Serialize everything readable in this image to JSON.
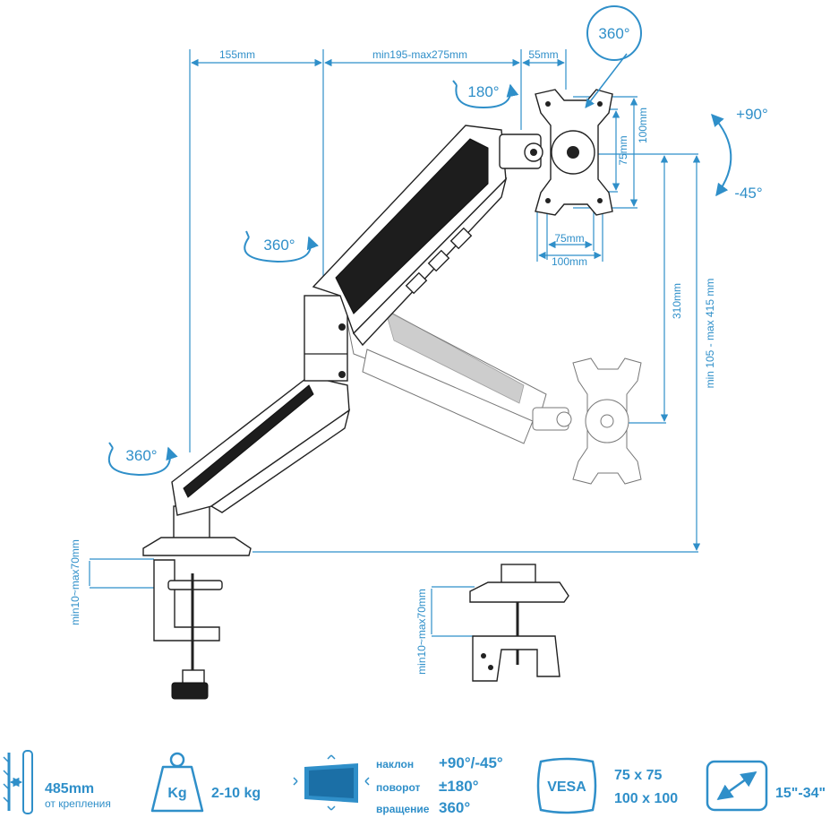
{
  "dimensions": {
    "top_left": "155mm",
    "top_mid": "min195-max275mm",
    "top_right": "55mm",
    "vesa_v_small": "75mm",
    "vesa_v_large": "100mm",
    "vesa_h_small": "75mm",
    "vesa_h_large": "100mm",
    "drop": "310mm",
    "height_range": "min 105 - max 415 mm",
    "clamp_left": "min10~max70mm",
    "clamp_right": "min10~max70mm"
  },
  "rotations": {
    "monitor": "360°",
    "tilt_head": "180°",
    "elbow": "360°",
    "base": "360°",
    "tilt_up": "+90°",
    "tilt_down": "-45°"
  },
  "specs": {
    "length": {
      "value": "485mm",
      "caption": "от крепления"
    },
    "load": {
      "icon_text": "Kg",
      "value": "2-10 kg"
    },
    "motion": {
      "rows": [
        {
          "label": "наклон",
          "value": "+90°/-45°"
        },
        {
          "label": "поворот",
          "value": "±180°"
        },
        {
          "label": "вращение",
          "value": "360°"
        }
      ]
    },
    "vesa": {
      "icon_text": "VESA",
      "line1": "75 x 75",
      "line2": "100 x 100"
    },
    "screen": {
      "value": "15\"-34\""
    }
  },
  "colors": {
    "accent": "#2f8fc9",
    "line": "#222222"
  }
}
